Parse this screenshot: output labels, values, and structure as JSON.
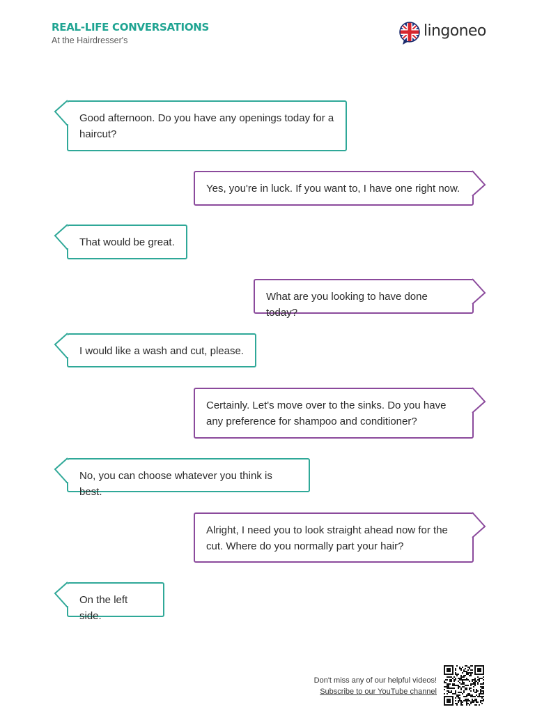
{
  "header": {
    "title": "REAL-LIFE CONVERSATIONS",
    "subtitle": "At the Hairdresser's"
  },
  "logo": {
    "text": "lingoneo",
    "flag_icon": "uk-flag-speech-bubble-icon"
  },
  "colors": {
    "teal": "#2fa898",
    "purple": "#8b4a9c",
    "title_teal": "#1fa492"
  },
  "conversation": [
    {
      "speaker": "left",
      "text": "Good afternoon. Do you have any openings today for a haircut?"
    },
    {
      "speaker": "right",
      "text": "Yes, you're in luck. If you want to, I have one right now."
    },
    {
      "speaker": "left",
      "text": "That would be great."
    },
    {
      "speaker": "right",
      "text": "What are you looking to have done today?"
    },
    {
      "speaker": "left",
      "text": "I would like a wash and cut, please."
    },
    {
      "speaker": "right",
      "text": "Certainly. Let's move over to the sinks. Do you have any preference for shampoo and conditioner?"
    },
    {
      "speaker": "left",
      "text": "No, you can choose whatever you think is best."
    },
    {
      "speaker": "right",
      "text": "Alright, I need you to look straight ahead now for the cut. Where do you normally part your hair?"
    },
    {
      "speaker": "left",
      "text": "On the left side."
    }
  ],
  "footer": {
    "line1": "Don't miss any of our helpful videos!",
    "link": "Subscribe to our YouTube channel",
    "qr_icon": "qr-code-icon"
  }
}
